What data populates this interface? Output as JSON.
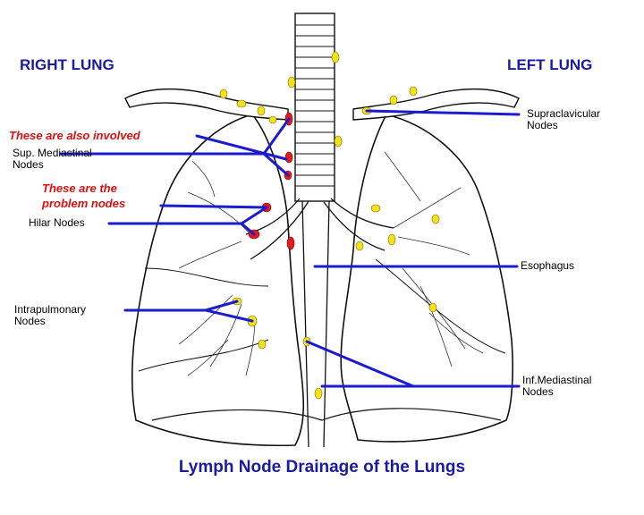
{
  "headings": {
    "right_lung": "RIGHT LUNG",
    "left_lung": "LEFT LUNG"
  },
  "notes": {
    "also_involved": "These are also involved",
    "problem_line1": "These are the",
    "problem_line2": "problem nodes"
  },
  "labels": {
    "sup_mediastinal_1": "Sup. Mediastinal",
    "sup_mediastinal_2": "Nodes",
    "hilar": "Hilar Nodes",
    "intrapulmonary_1": "Intrapulmonary",
    "intrapulmonary_2": "Nodes",
    "supraclavicular_1": "Supraclavicular",
    "supraclavicular_2": "Nodes",
    "esophagus": "Esophagus",
    "inf_mediastinal_1": "Inf.Mediastinal",
    "inf_mediastinal_2": "Nodes"
  },
  "title": "Lymph Node Drainage of the Lungs",
  "colors": {
    "heading_blue": "#1a1aa6",
    "leader_blue": "#1b1bd0",
    "note_red": "#e01010",
    "normal_node": "#f2e21e",
    "problem_node": "#e51b1b",
    "outline": "#111111"
  }
}
